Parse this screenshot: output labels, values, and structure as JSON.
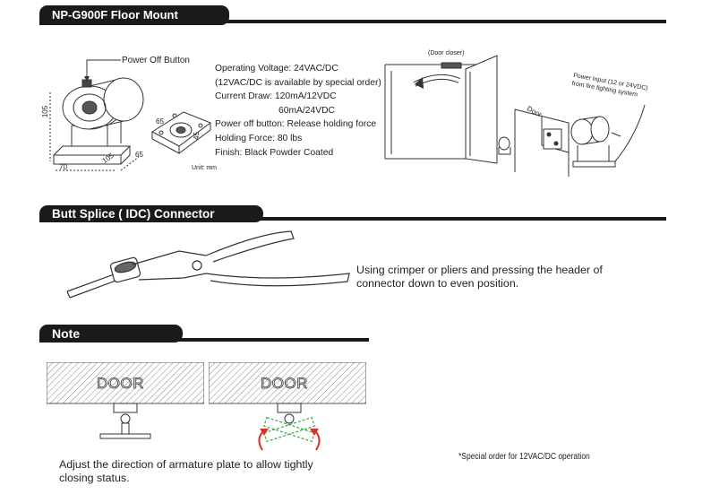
{
  "sections": {
    "floor_mount": "NP-G900F Floor Mount",
    "butt_splice": "Butt Splice ( IDC) Connector",
    "note": "Note"
  },
  "diagram1": {
    "power_off_button": "Power Off Button",
    "dim_height": "105",
    "dim_width": "70",
    "dim_depth": "105",
    "dim_plate_a": "65",
    "dim_plate_b": "45",
    "dim_plate_c": "65",
    "unit": "Unit: mm"
  },
  "specs": {
    "voltage": "Operating Voltage: 24VAC/DC",
    "voltage_note": "(12VAC/DC is available by special order)",
    "current_12": "Current Draw: 120mA/12VDC",
    "current_24": "60mA/24VDC",
    "power_off": "Power off button: Release holding force",
    "holding": "Holding Force: 80  lbs",
    "finish": "Finish: Black Powder Coated"
  },
  "install": {
    "door_closer": "(Door closer)",
    "door": "Door",
    "power_input_1": "Power Input (12 or 24VDC)",
    "power_input_2": "from fire fighting system"
  },
  "splice": {
    "instruction_1": "Using crimper or pliers and pressing the header of",
    "instruction_2": "connector down to even position."
  },
  "note": {
    "door_label": "DOOR",
    "door_label_2": "DOOR",
    "adjust_1": "Adjust the direction of armature plate to allow tightly",
    "adjust_2": "closing status.",
    "special_order": "*Special order for 12VAC/DC operation"
  },
  "colors": {
    "tab": "#1a1a1a",
    "line_art": "#333333",
    "arrow": "#d9342b",
    "dash": "#3aa845"
  }
}
